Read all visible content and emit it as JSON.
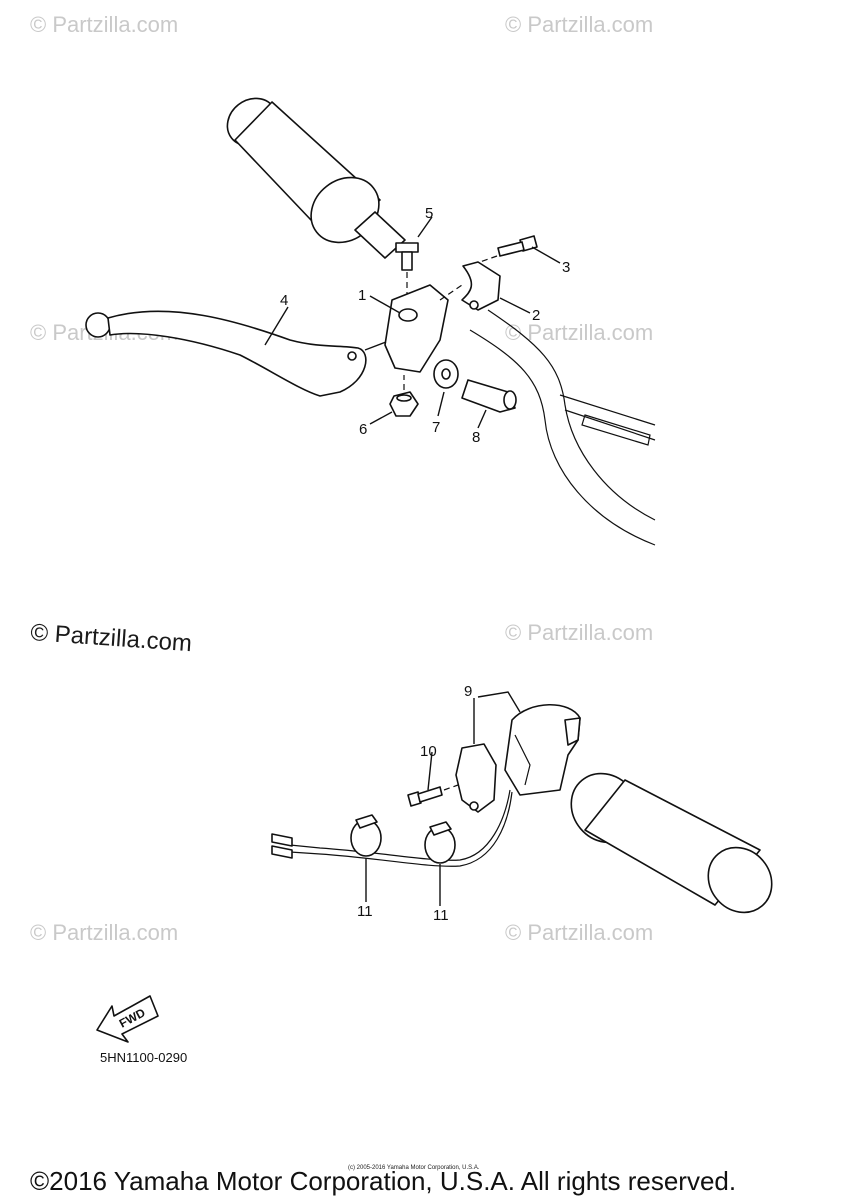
{
  "watermarks": {
    "text": "© Partzilla.com",
    "main_text": "© Partzilla.com"
  },
  "callouts": {
    "c1": "1",
    "c2": "2",
    "c3": "3",
    "c4": "4",
    "c5": "5",
    "c6": "6",
    "c7": "7",
    "c8": "8",
    "c9": "9",
    "c10": "10",
    "c11a": "11",
    "c11b": "11"
  },
  "fwd_label": "FWD",
  "diagram_code": "5HN1100-0290",
  "small_copyright": "(c) 2005-2016 Yamaha Motor Corporation, U.S.A.",
  "footer_copyright": "©2016 Yamaha Motor Corporation, U.S.A. All rights reserved."
}
